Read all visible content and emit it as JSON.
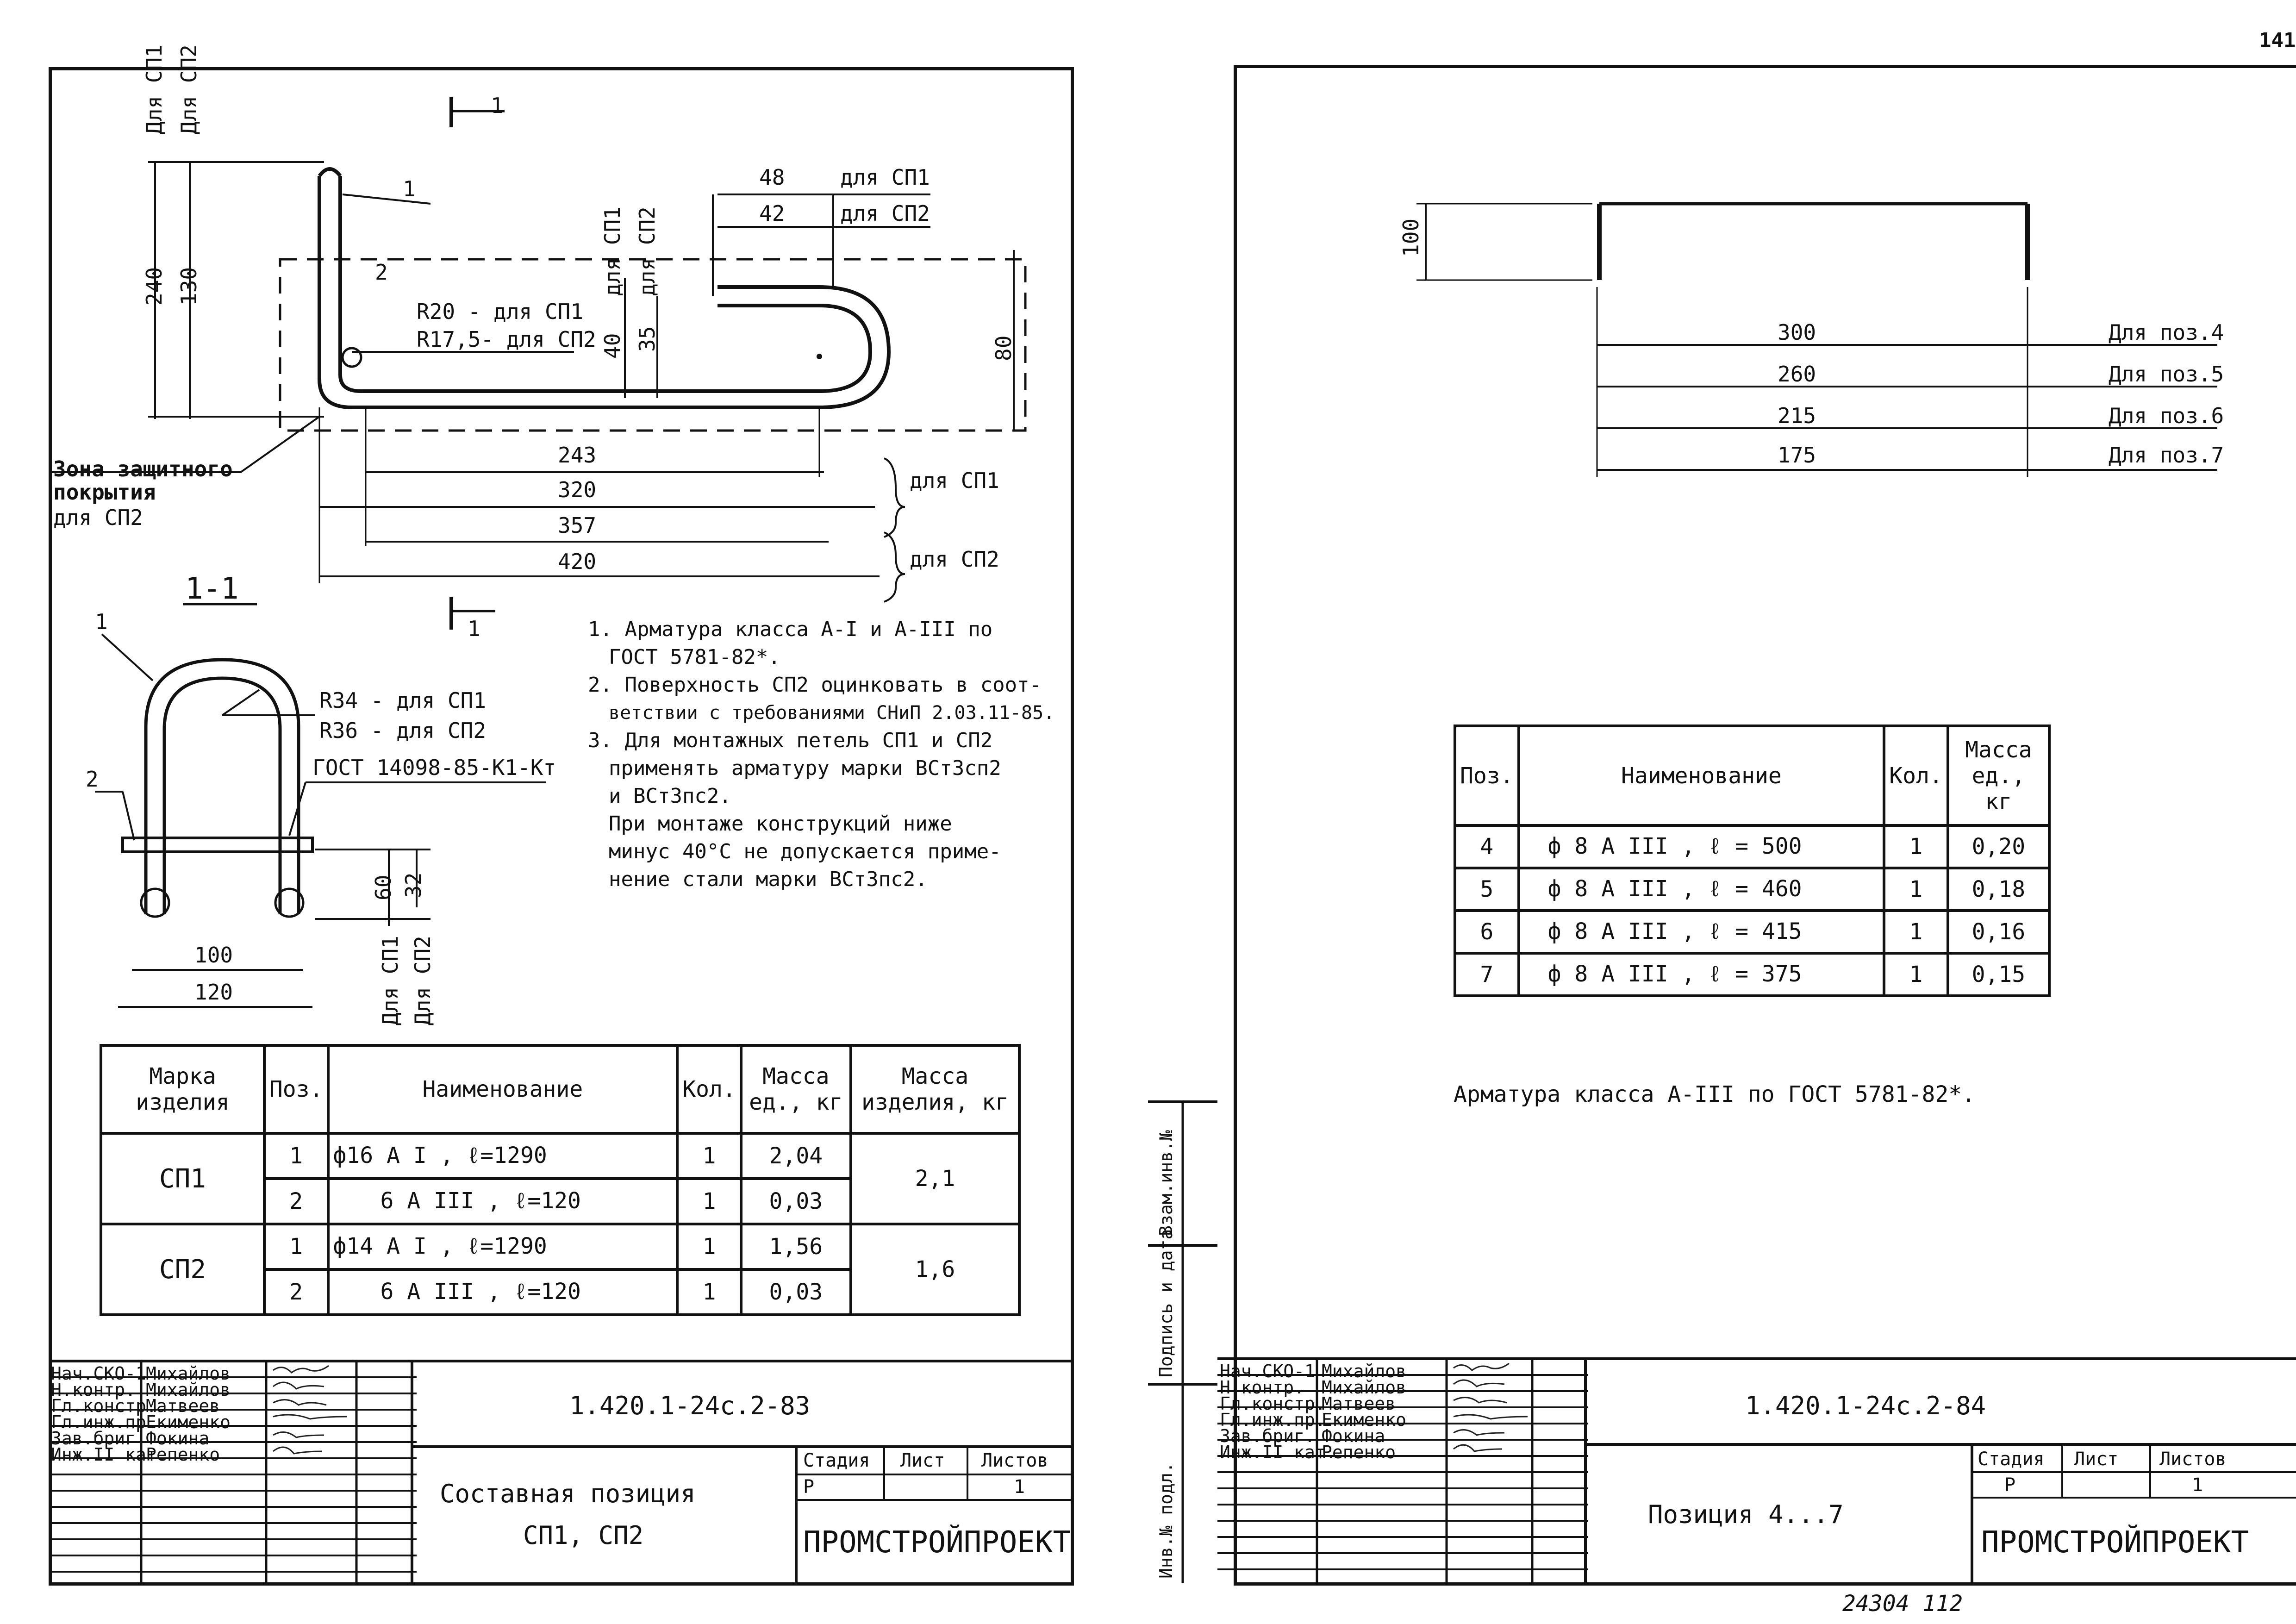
{
  "page_number": "141",
  "bottom_stamp": "24304  112",
  "left_sheet": {
    "section_mark_top": "1",
    "section_mark_bottom": "1",
    "label_left_top": [
      "Для СП1",
      "Для СП2"
    ],
    "dim_left": [
      "240",
      "130"
    ],
    "callout_1": "1",
    "callout_2": "2",
    "radius_label": [
      "R20 - для СП1",
      "R17,5- для СП2"
    ],
    "dim_mid_labels": [
      "для СП1",
      "для СП2"
    ],
    "dim_mid": [
      "40",
      "35"
    ],
    "top_right_dims": [
      {
        "value": "48",
        "label": "для СП1"
      },
      {
        "value": "42",
        "label": "для СП2"
      }
    ],
    "dim_80": "80",
    "zone_label": [
      "Зона защитного",
      "покрытия",
      "для СП2"
    ],
    "horizontal_dims": [
      "243",
      "320",
      "357",
      "420"
    ],
    "brace_labels": [
      "для СП1",
      "для СП2"
    ],
    "section_title": "1-1",
    "section_callout_1": "1",
    "section_callout_2": "2",
    "section_radius": [
      "R34 - для СП1",
      "R36 - для СП2"
    ],
    "section_gost": "ГОСТ 14098-85-К1-Кт",
    "section_dims": [
      "100",
      "120",
      "60",
      "32"
    ],
    "section_dim_labels": [
      "Для СП1",
      "Для СП2"
    ],
    "notes": [
      "1. Арматура класса А-I и А-III по",
      "ГОСТ 5781-82*.",
      "2. Поверхность СП2 оцинковать в соот-",
      "ветствии с требованиями СНиП 2.03.11-85.",
      "3. Для монтажных петель СП1 и СП2",
      "применять арматуру марки ВСт3сп2",
      "и ВСт3пс2.",
      "При монтаже конструкций ниже",
      "минус 40°С не допускается приме-",
      "нение стали марки ВСт3пс2."
    ],
    "table": {
      "headers": [
        "Марка изделия",
        "Поз.",
        "Наименование",
        "Кол.",
        "Масса ед., кг",
        "Масса изделия, кг"
      ],
      "groups": [
        {
          "mark": "СП1",
          "mass_total": "2,1",
          "rows": [
            {
              "pos": "1",
              "name": "ф16 А I ,   ℓ=1290",
              "qty": "1",
              "mass": "2,04"
            },
            {
              "pos": "2",
              "name": "6 А III ,   ℓ=120",
              "qty": "1",
              "mass": "0,03"
            }
          ]
        },
        {
          "mark": "СП2",
          "mass_total": "1,6",
          "rows": [
            {
              "pos": "1",
              "name": "ф14 А I ,   ℓ=1290",
              "qty": "1",
              "mass": "1,56"
            },
            {
              "pos": "2",
              "name": "6 А III ,   ℓ=120",
              "qty": "1",
              "mass": "0,03"
            }
          ]
        }
      ]
    },
    "title_block": {
      "people": [
        {
          "role": "Нач.СКО-1",
          "name": "Михайлов"
        },
        {
          "role": "Н.контр.",
          "name": "Михайлов"
        },
        {
          "role": "Гл.констр.",
          "name": "Матвеев"
        },
        {
          "role": "Гл.инж.пр.",
          "name": "Екименко"
        },
        {
          "role": "Зав.бриг.",
          "name": "Фокина"
        },
        {
          "role": "Инж.II кат.",
          "name": "Репенко"
        }
      ],
      "code": "1.420.1-24с.2-83",
      "title": [
        "Составная позиция",
        "СП1, СП2"
      ],
      "stage_headers": [
        "Стадия",
        "Лист",
        "Листов"
      ],
      "stage_values": [
        "Р",
        "",
        "1"
      ],
      "org": "ПРОМСТРОЙПРОЕКТ"
    }
  },
  "right_sheet": {
    "dim_100": "100",
    "dims": [
      {
        "value": "300",
        "label": "Для поз.4"
      },
      {
        "value": "260",
        "label": "Для поз.5"
      },
      {
        "value": "215",
        "label": "Для поз.6"
      },
      {
        "value": "175",
        "label": "Для поз.7"
      }
    ],
    "table": {
      "headers": [
        "Поз.",
        "Наименование",
        "Кол.",
        "Масса ед., кг"
      ],
      "rows": [
        {
          "pos": "4",
          "name": "ф 8 А III ,    ℓ = 500",
          "qty": "1",
          "mass": "0,20"
        },
        {
          "pos": "5",
          "name": "ф 8 А III ,    ℓ = 460",
          "qty": "1",
          "mass": "0,18"
        },
        {
          "pos": "6",
          "name": "ф 8 А III ,    ℓ = 415",
          "qty": "1",
          "mass": "0,16"
        },
        {
          "pos": "7",
          "name": "ф 8 А III ,    ℓ = 375",
          "qty": "1",
          "mass": "0,15"
        }
      ]
    },
    "note": "Арматура класса А-III по ГОСТ 5781-82*.",
    "side_stamp": [
      "Инв.№ подл.",
      "Подпись и дата",
      "Взам.инв.№"
    ],
    "title_block": {
      "people": [
        {
          "role": "Нач.СКО-1",
          "name": "Михайлов"
        },
        {
          "role": "Н.контр.",
          "name": "Михайлов"
        },
        {
          "role": "Гл.констр.",
          "name": "Матвеев"
        },
        {
          "role": "Гл.инж.пр.",
          "name": "Екименко"
        },
        {
          "role": "Зав.бриг.",
          "name": "Фокина"
        },
        {
          "role": "Инж.II кат.",
          "name": "Репенко"
        }
      ],
      "code": "1.420.1-24с.2-84",
      "title": "Позиция 4...7",
      "stage_headers": [
        "Стадия",
        "Лист",
        "Листов"
      ],
      "stage_values": [
        "Р",
        "",
        "1"
      ],
      "org": "ПРОМСТРОЙПРОЕКТ"
    }
  }
}
